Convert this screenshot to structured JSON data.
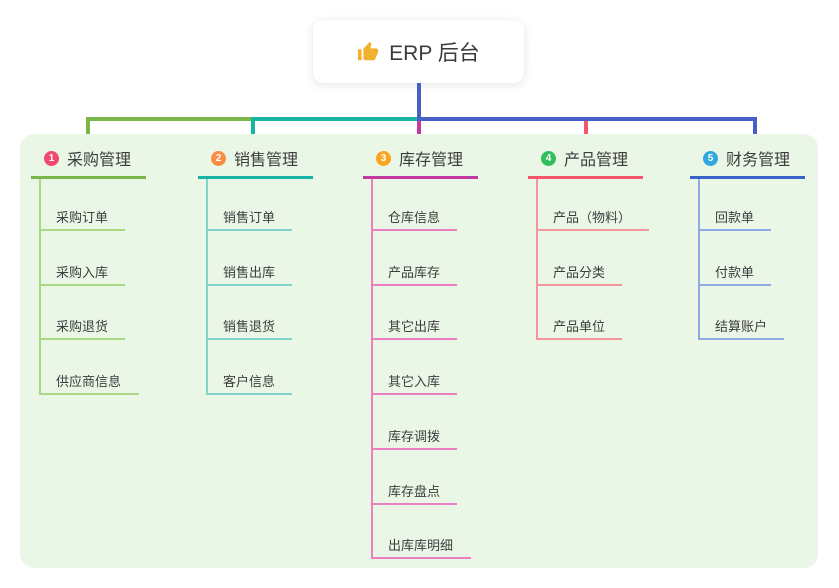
{
  "canvas": {
    "background": "#FFFFFF",
    "panel_background": "#EAF7E7",
    "text_color": "#3D3D3D",
    "trunk_color": "#4A5EC8"
  },
  "root": {
    "title": "ERP 后台",
    "icon": "thumbs-up",
    "icon_color": "#F2B12E"
  },
  "branches": [
    {
      "number": "1",
      "label": "采购管理",
      "badge_color": "#F1486E",
      "line_color": "#7AB648",
      "child_line_color": "#ACD884",
      "children": [
        "采购订单",
        "采购入库",
        "采购退货",
        "供应商信息"
      ]
    },
    {
      "number": "2",
      "label": "销售管理",
      "badge_color": "#FB8C44",
      "line_color": "#17B3A3",
      "child_line_color": "#7DD5CA",
      "children": [
        "销售订单",
        "销售出库",
        "销售退货",
        "客户信息"
      ]
    },
    {
      "number": "3",
      "label": "库存管理",
      "badge_color": "#F8A51F",
      "line_color": "#C13AA1",
      "child_line_color": "#EC7EC1",
      "children": [
        "仓库信息",
        "产品库存",
        "其它出库",
        "其它入库",
        "库存调拨",
        "库存盘点",
        "出库库明细"
      ]
    },
    {
      "number": "4",
      "label": "产品管理",
      "badge_color": "#33BE5E",
      "line_color": "#F4566C",
      "child_line_color": "#F6959C",
      "children": [
        "产品（物料）",
        "产品分类",
        "产品单位"
      ]
    },
    {
      "number": "5",
      "label": "财务管理",
      "badge_color": "#2FA7DF",
      "line_color": "#3A63C9",
      "child_line_color": "#8FA9E2",
      "children": [
        "回款单",
        "付款单",
        "结算账户"
      ]
    }
  ]
}
